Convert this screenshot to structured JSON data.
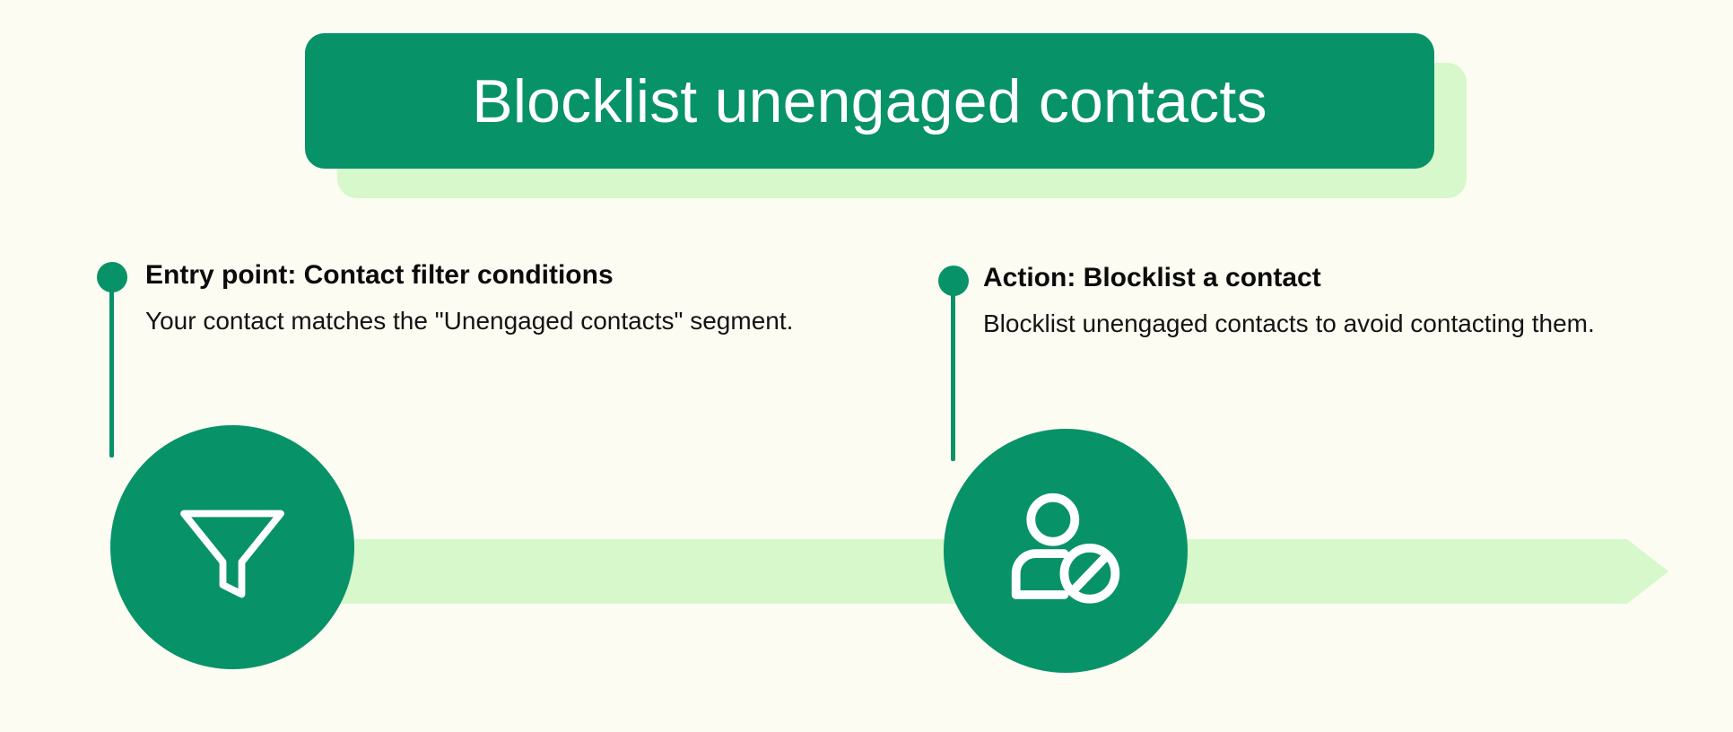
{
  "colors": {
    "background": "#FDFCF2",
    "primary_green": "#089268",
    "light_green": "#D6F8CB",
    "text_dark": "#0B0B0B",
    "banner_text": "#FFFFFF"
  },
  "banner": {
    "title": "Blocklist unengaged contacts"
  },
  "flow": {
    "direction_icon": "arrow-right-icon"
  },
  "steps": [
    {
      "heading": "Entry point: Contact filter conditions",
      "description": "Your contact matches the \"Unengaged contacts\" segment.",
      "icon": "funnel-icon",
      "marker": "step-dot"
    },
    {
      "heading": "Action: Blocklist a contact",
      "description": "Blocklist unengaged contacts to avoid contacting them.",
      "icon": "person-block-icon",
      "marker": "step-dot"
    }
  ]
}
